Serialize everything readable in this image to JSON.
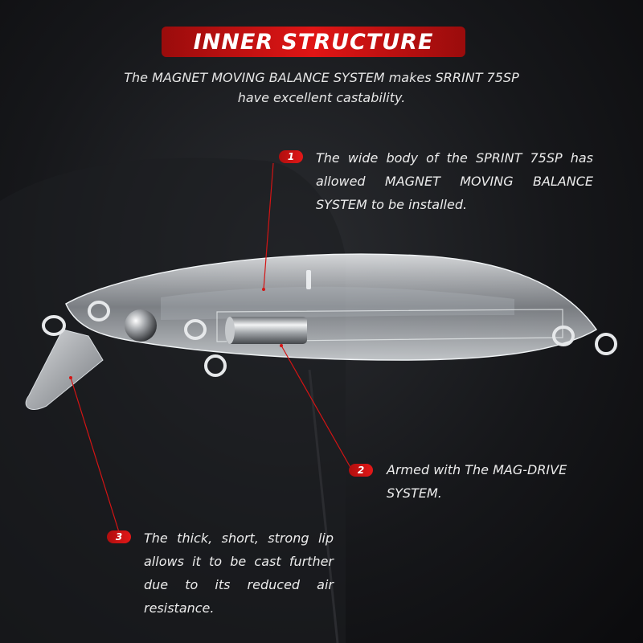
{
  "header": {
    "title": "INNER STRUCTURE"
  },
  "subtitle": {
    "line1": "The MAGNET MOVING BALANCE SYSTEM makes SRRINT 75SP",
    "line2": "have excellent  castability."
  },
  "callouts": [
    {
      "number": "1",
      "text": "The wide body of the SPRINT 75SP has allowed MAGNET MOVING BALANCE SYSTEM to be installed."
    },
    {
      "number": "2",
      "text": "Armed with The MAG-DRIVE SYSTEM."
    },
    {
      "number": "3",
      "text": "The thick, short, strong lip allows it to be cast further due to its reduced air resistance."
    }
  ],
  "colors": {
    "accent": "#d41414",
    "background": "#151619",
    "text": "#ececec"
  },
  "icons": {
    "product": "fishing-lure-image"
  }
}
